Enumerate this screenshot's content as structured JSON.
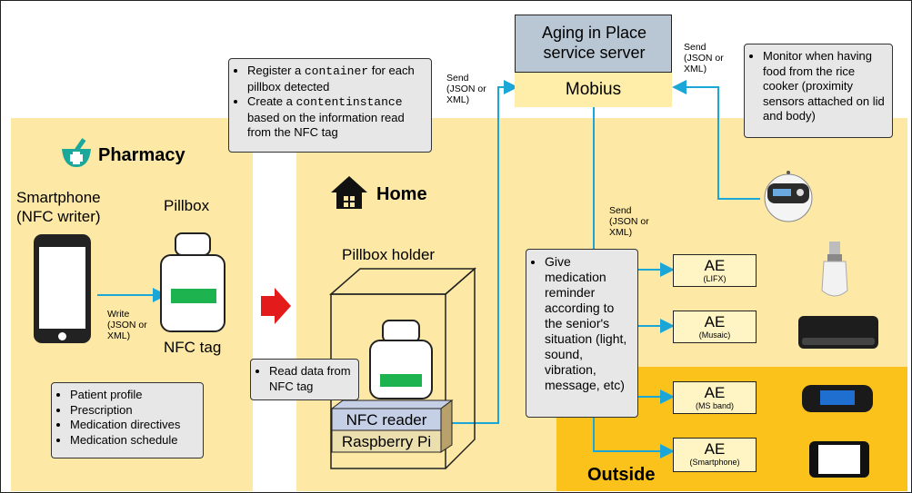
{
  "server": {
    "title": "Aging in Place service server",
    "mobius": "Mobius"
  },
  "pharmacy": {
    "title": "Pharmacy",
    "smartphone_label": "Smartphone (NFC writer)",
    "pillbox_label": "Pillbox",
    "nfc_tag_label": "NFC tag",
    "write_label": "Write (JSON or XML)",
    "info_list": [
      "Patient profile",
      "Prescription",
      "Medication directives",
      "Medication schedule"
    ]
  },
  "home": {
    "title": "Home",
    "pillbox_holder_label": "Pillbox holder",
    "nfc_reader_label": "NFC reader",
    "raspberry_label": "Raspberry Pi",
    "read_callout": "Read data from NFC tag"
  },
  "outside": {
    "title": "Outside"
  },
  "register_callout": {
    "line1_prefix": "Register a ",
    "line1_code": "container",
    "line1_suffix": " for each pillbox detected",
    "line2_prefix": "Create a ",
    "line2_code": "contentinstance",
    "line2_suffix": " based on the information read from the NFC tag"
  },
  "send_label": "Send (JSON or XML)",
  "rice_cooker_callout": "Monitor when having food from the rice cooker (proximity sensors attached on lid and body)",
  "reminder_callout": "Give medication reminder according to the senior's situation (light, sound, vibration, message, etc)",
  "ae_boxes": [
    {
      "title": "AE",
      "sub": "(LIFX)"
    },
    {
      "title": "AE",
      "sub": "(Musaic)"
    },
    {
      "title": "AE",
      "sub": "(MS band)"
    },
    {
      "title": "AE",
      "sub": "(Smartphone)"
    }
  ],
  "colors": {
    "zone": "#fde9a5",
    "outside": "#fbc21b",
    "server": "#b8c7d3",
    "mobius": "#ffeea9",
    "arrow": "#1aa7d8",
    "nfc_reader": "#c5cfe6",
    "tag": "#1db34e",
    "pharmacy_icon": "#1aa89a"
  }
}
